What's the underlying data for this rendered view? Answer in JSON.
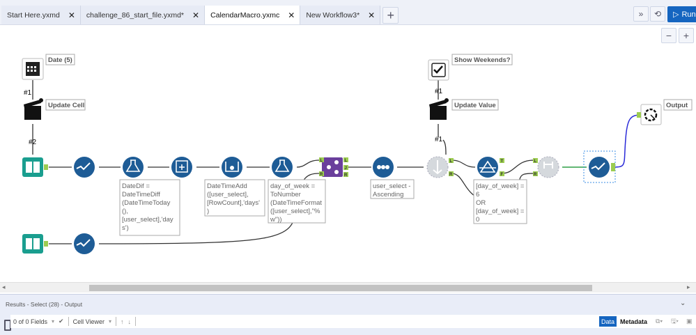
{
  "tabs": [
    {
      "label": "Start Here.yxmd",
      "active": false
    },
    {
      "label": "challenge_86_start_file.yxmd*",
      "active": false
    },
    {
      "label": "CalendarMacro.yxmc",
      "active": true
    },
    {
      "label": "New Workflow3*",
      "active": false
    }
  ],
  "toolbar": {
    "add_tab": "+",
    "overflow": "»",
    "run_label": "Run",
    "zoom_out": "−",
    "zoom_in": "+"
  },
  "canvas": {
    "tools": [
      {
        "id": "date",
        "label": "Date (5)",
        "icon": "calendar-icon"
      },
      {
        "id": "update-cell",
        "label": "Update Cell",
        "icon": "clapperboard-icon"
      },
      {
        "id": "show-weekends",
        "label": "Show Weekends?",
        "icon": "checkbox-icon"
      },
      {
        "id": "update-value",
        "label": "Update Value",
        "icon": "clapperboard-icon"
      },
      {
        "id": "output",
        "label": "Output",
        "icon": "macro-output-icon"
      }
    ],
    "connection_labels": {
      "date_to_update": "#1",
      "update_cell_to_input": "#2",
      "weekends_to_update": "#1",
      "update_value_to_append": "#1"
    },
    "annotations": {
      "formula1": [
        "DateDif =",
        "DateTimeDiff",
        "(DateTimeToday",
        "(),",
        "[user_select],'day",
        "s')"
      ],
      "datetimeadd": [
        "DateTimeAdd",
        "([user_select],",
        "[RowCount],'days'",
        ")"
      ],
      "formula2": [
        "day_of_week =",
        "ToNumber",
        "(DateTimeFormat",
        "([user_select],\"%",
        "w\"))"
      ],
      "sort": [
        "user_select -",
        "Ascending"
      ],
      "filter": [
        "[day_of_week] =",
        "6",
        "OR",
        "[day_of_week] =",
        "0"
      ]
    },
    "anchor_labels": {
      "left": "L",
      "right": "R",
      "join": "J",
      "true": "T",
      "false": "F"
    }
  },
  "results": {
    "title": "Results - Select (28) - Output",
    "fields": "0 of 0 Fields",
    "viewer": "Cell Viewer",
    "data_tab": "Data",
    "metadata_tab": "Metadata"
  },
  "colors": {
    "accent": "#1565c0",
    "tool_blue": "#1e5c96",
    "join_purple": "#6a3f9c",
    "input_teal": "#1a9e8f",
    "anchor_green": "#9ccc50"
  }
}
